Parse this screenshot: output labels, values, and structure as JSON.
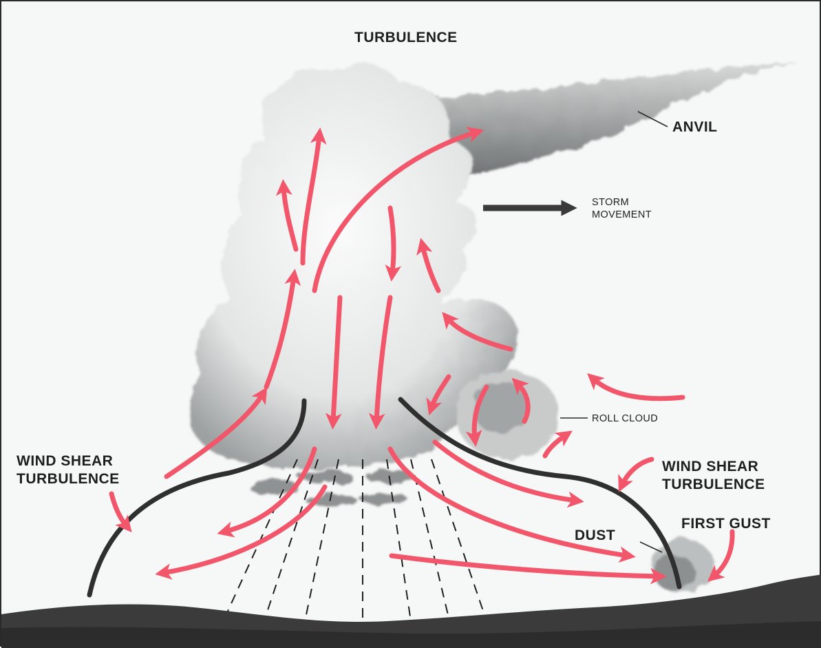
{
  "labels": {
    "turbulence": "TURBULENCE",
    "anvil": "ANVIL",
    "storm_movement_1": "STORM",
    "storm_movement_2": "MOVEMENT",
    "roll_cloud": "ROLL CLOUD",
    "wind_shear_left_1": "WIND SHEAR",
    "wind_shear_left_2": "TURBULENCE",
    "wind_shear_right_1": "WIND SHEAR",
    "wind_shear_right_2": "TURBULENCE",
    "dust": "DUST",
    "first_gust": "FIRST GUST"
  },
  "colors": {
    "arrow": "#f2566a",
    "cloud": "#e2e4e4",
    "cloud_shadow": "#8e9190",
    "ground": "#3b3b3b",
    "outflow_line": "#2f2f2f"
  }
}
